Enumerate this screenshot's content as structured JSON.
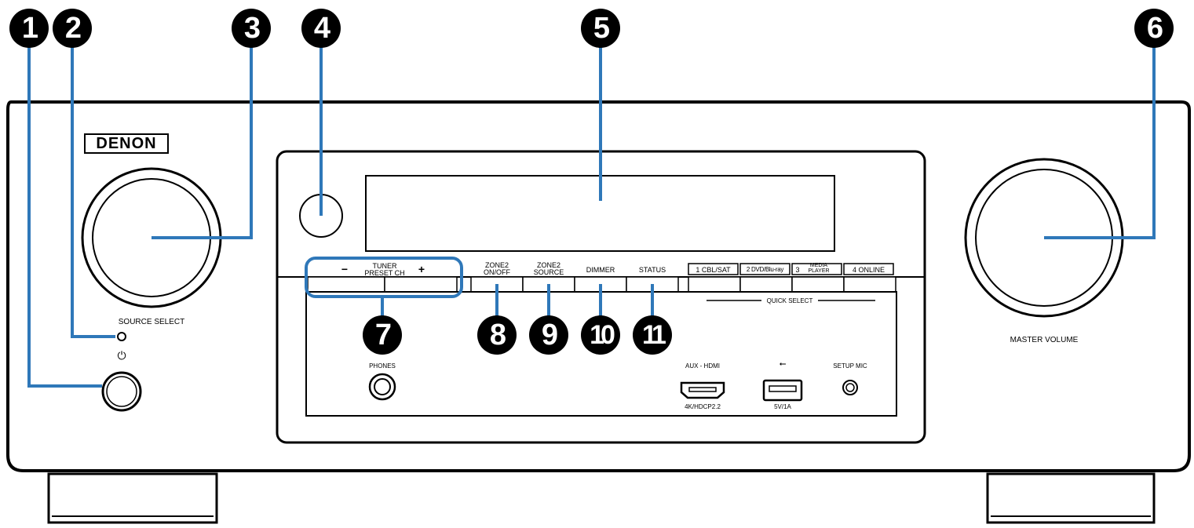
{
  "brand": "DENON",
  "labels": {
    "source_select": "SOURCE SELECT",
    "master_volume": "MASTER VOLUME",
    "phones": "PHONES",
    "aux_hdmi": "AUX - HDMI",
    "hdcp": "4K/HDCP2.2",
    "usb_rating": "5V/1A",
    "setup_mic": "SETUP MIC",
    "quick_select": "QUICK SELECT",
    "tuner_line1": "TUNER",
    "tuner_line2": "PRESET CH",
    "minus": "−",
    "plus": "+",
    "power_symbol": "⏻",
    "usb_symbol": "⭠"
  },
  "buttons": {
    "zone2_onoff": [
      "ZONE2",
      "ON/OFF"
    ],
    "zone2_source": [
      "ZONE2",
      "SOURCE"
    ],
    "dimmer": "DIMMER",
    "status": "STATUS",
    "quick1": "1  CBL/SAT",
    "quick2": "2 DVD/Blu-ray",
    "quick3_num": "3",
    "quick3_text": [
      "MEDIA",
      "PLAYER"
    ],
    "quick4": "4  ONLINE"
  },
  "callouts": [
    "1",
    "2",
    "3",
    "4",
    "5",
    "6",
    "7",
    "8",
    "9",
    "10",
    "11"
  ],
  "colors": {
    "leader": "#2f78b9",
    "outline": "#000000",
    "callout_fill": "#000000"
  }
}
